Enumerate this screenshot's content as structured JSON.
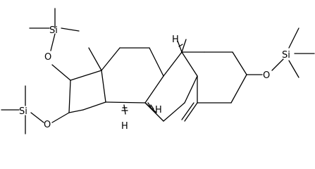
{
  "molecule": {
    "atoms": {
      "tms1_si": "Si",
      "tms1_o": "O",
      "tms2_si": "Si",
      "tms2_o": "O",
      "tms3_si": "Si",
      "tms3_o": "O",
      "h8": "H",
      "h9": "H",
      "h14": "H"
    }
  }
}
